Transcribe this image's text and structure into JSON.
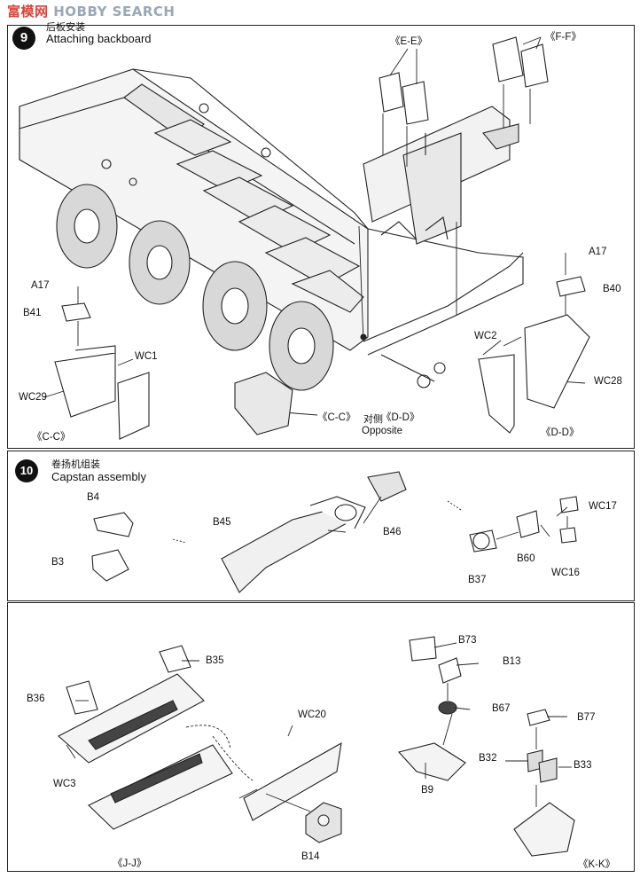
{
  "watermark": {
    "cn": "富模网",
    "en": "HOBBY SEARCH"
  },
  "step9": {
    "title_zh": "后板安装",
    "title_en": "Attaching backboard",
    "labels": {
      "ee": "《E-E》",
      "ff": "《F-F》",
      "a17_left": "A17",
      "b41": "B41",
      "wc1": "WC1",
      "wc29": "WC29",
      "cc_left": "《C-C》",
      "cc_center": "《C-C》",
      "opp_zh": "对侧",
      "dd_center": "《D-D》",
      "opposite": "Opposite",
      "a17_right": "A17",
      "b40": "B40",
      "wc2": "WC2",
      "wc28": "WC28",
      "dd_right": "《D-D》"
    }
  },
  "step10": {
    "number": "10",
    "title_zh": "卷扬机组装",
    "title_en": "Capstan assembly",
    "labels": {
      "b4": "B4",
      "b3": "B3",
      "b45": "B45",
      "b46": "B46",
      "wc17": "WC17",
      "wc16": "WC16",
      "b60": "B60",
      "b37": "B37"
    }
  },
  "step11": {
    "labels": {
      "b35": "B35",
      "b36": "B36",
      "wc3": "WC3",
      "wc20": "WC20",
      "b14": "B14",
      "jj": "《J-J》",
      "b73": "B73",
      "b13": "B13",
      "b67": "B67",
      "b77": "B77",
      "b32": "B32",
      "b33": "B33",
      "b9": "B9",
      "kk": "《K-K》"
    }
  }
}
